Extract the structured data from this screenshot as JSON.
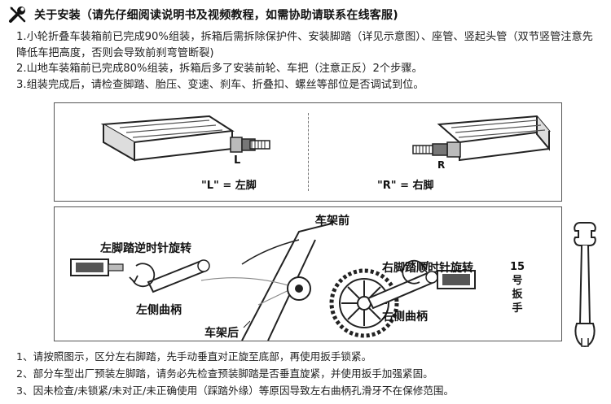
{
  "header": {
    "icon": "wrench-screwdriver-icon",
    "title": "关于安装（请先仔细阅读说明书及视频教程，如需协助请联系在线客服)"
  },
  "intro": [
    "1.小轮折叠车装箱前已完成90%组装，拆箱后需拆除保护件、安装脚踏（详见示意图）、座管、竖起头管（双节竖管注意先降低车把高度，否则会导致前刹弯管断裂)",
    "2.山地车装箱前已完成80%组装，拆箱后多了安装前轮、车把（注意正反）2个步骤。",
    "3.组装完成后，请检查脚踏、胎压、变速、刹车、折叠扣、螺丝等部位是否调试到位。"
  ],
  "pedals": {
    "left_caption": "\"L\" = 左脚",
    "right_caption": "\"R\" = 右脚",
    "left_mark": "L",
    "right_mark": "R"
  },
  "diagram": {
    "left_pedal_rotation": "左脚踏逆时针旋转",
    "right_pedal_rotation": "右脚踏顺时针旋转",
    "frame_front": "车架前",
    "frame_rear": "车架后",
    "left_crank": "左侧曲柄",
    "right_crank": "右侧曲柄",
    "wrench_label": "15号扳手"
  },
  "notes": [
    "1、请按照图示，区分左右脚踏，先手动垂直对正旋至底部，再使用扳手锁紧。",
    "2、部分车型出厂预装左脚踏，请务必先检查预装脚踏是否垂直旋紧，并使用扳手加强紧固。",
    "3、因未检查/未锁紧/未对正/未正确使用（踩踏外缘）等原因导致左右曲柄孔滑牙不在保修范围。"
  ]
}
